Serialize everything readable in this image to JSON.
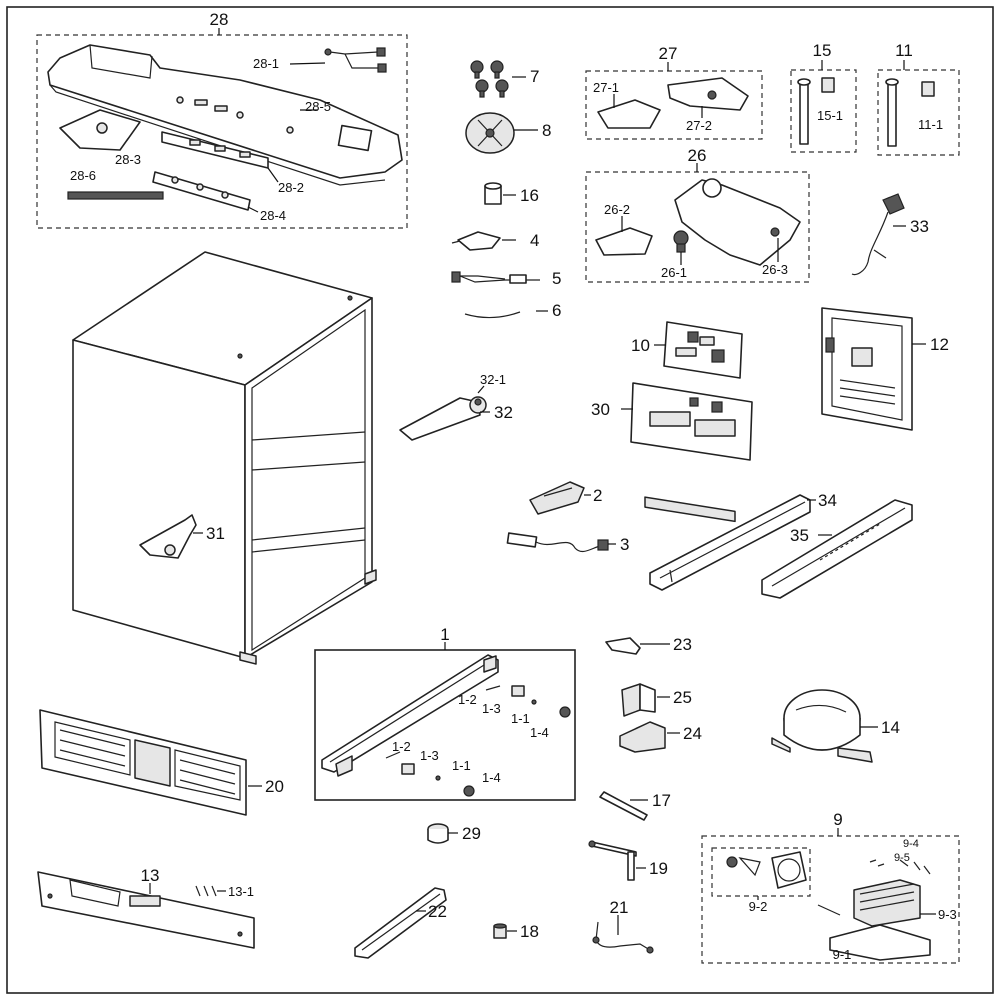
{
  "labels": {
    "p28": "28",
    "p28_1": "28-1",
    "p28_2": "28-2",
    "p28_3": "28-3",
    "p28_4": "28-4",
    "p28_5": "28-5",
    "p28_6": "28-6",
    "p7": "7",
    "p8": "8",
    "p16": "16",
    "p4": "4",
    "p5": "5",
    "p6": "6",
    "p27": "27",
    "p27_1": "27-1",
    "p27_2": "27-2",
    "p15": "15",
    "p15_1": "15-1",
    "p11": "11",
    "p11_1": "11-1",
    "p26": "26",
    "p26_1": "26-1",
    "p26_2": "26-2",
    "p26_3": "26-3",
    "p33": "33",
    "p10": "10",
    "p12": "12",
    "p30": "30",
    "p32": "32",
    "p32_1": "32-1",
    "p31": "31",
    "p2": "2",
    "p3": "3",
    "p34": "34",
    "p35": "35",
    "p1": "1",
    "p1_1a": "1-1",
    "p1_2a": "1-2",
    "p1_3a": "1-3",
    "p1_4a": "1-4",
    "p1_1b": "1-1",
    "p1_2b": "1-2",
    "p1_3b": "1-3",
    "p1_4b": "1-4",
    "p23": "23",
    "p25": "25",
    "p24": "24",
    "p14": "14",
    "p17": "17",
    "p20": "20",
    "p29": "29",
    "p19": "19",
    "p13": "13",
    "p13_1": "13-1",
    "p22": "22",
    "p18": "18",
    "p21": "21",
    "p9": "9",
    "p9_1": "9-1",
    "p9_2": "9-2",
    "p9_3": "9-3",
    "p9_4": "9-4",
    "p9_5": "9-5"
  }
}
